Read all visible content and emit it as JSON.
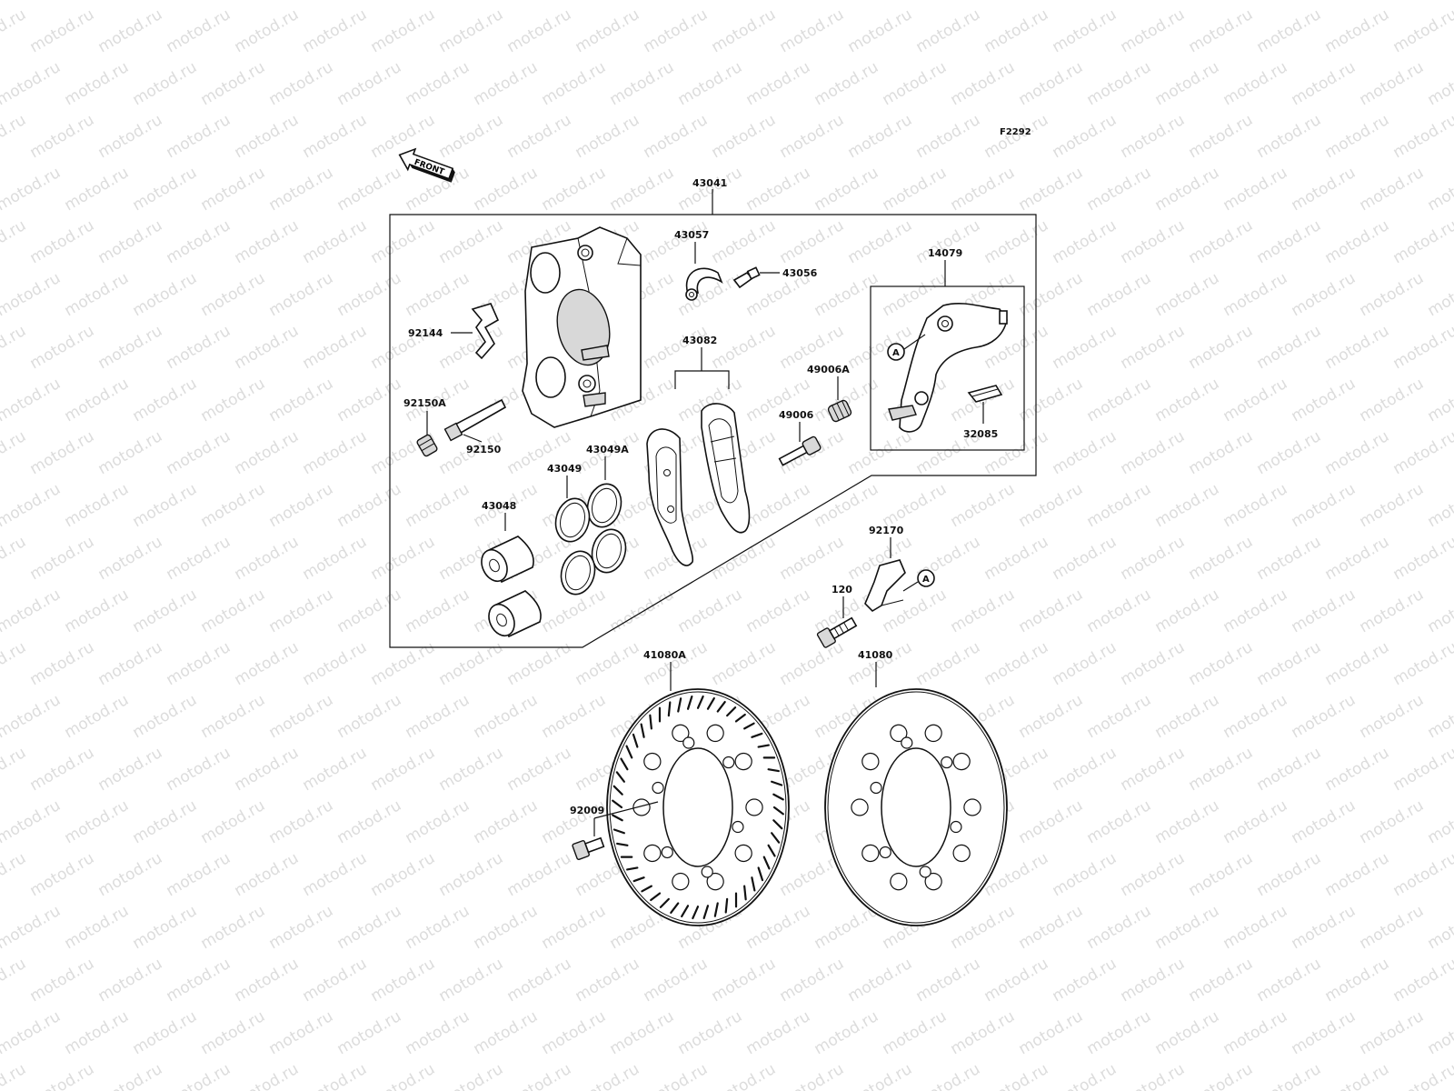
{
  "diagram": {
    "code": "F2292",
    "watermark": "motod.ru",
    "front_label": "FRONT",
    "callout_marker": "A",
    "parts": {
      "caliper_assy": "43041",
      "brake_hose_fitting": "43057",
      "bleed_valve": "43056",
      "holder": "14079",
      "pad_spring": "92144",
      "pin_cap": "92150A",
      "pin": "92150",
      "pad_set": "43082",
      "dust_boot": "49006A",
      "slide_pin": "49006",
      "holder_spring": "32085",
      "seal_a": "43049A",
      "seal": "43049",
      "piston": "43048",
      "clamp": "92170",
      "bolt": "120",
      "disc_a": "41080A",
      "disc": "41080",
      "disc_bolt": "92009"
    }
  }
}
